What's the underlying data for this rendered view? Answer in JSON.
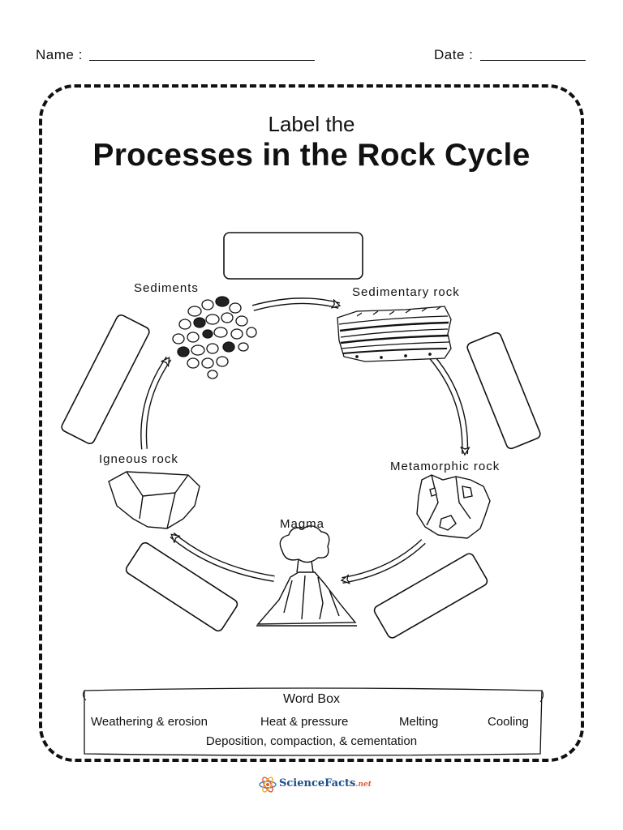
{
  "header": {
    "name_label": "Name :",
    "date_label": "Date :"
  },
  "title": {
    "subtitle": "Label the",
    "main": "Processes in the Rock Cycle"
  },
  "stages": {
    "sediments": "Sediments",
    "sedimentary_rock": "Sedimentary rock",
    "metamorphic_rock": "Metamorphic rock",
    "magma": "Magma",
    "igneous_rock": "Igneous rock"
  },
  "word_box": {
    "title": "Word Box",
    "words": [
      "Weathering & erosion",
      "Heat & pressure",
      "Melting",
      "Cooling"
    ],
    "last_word": "Deposition, compaction, & cementation"
  },
  "logo": {
    "main": "ScienceFacts",
    "suffix": ".net"
  }
}
